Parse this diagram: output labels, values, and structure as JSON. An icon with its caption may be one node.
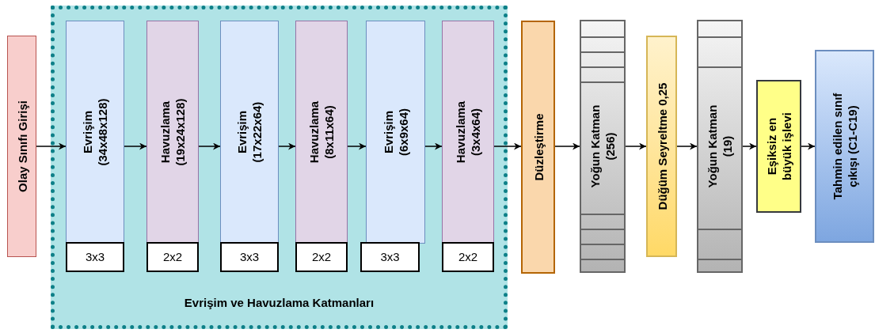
{
  "diagram": {
    "nodes": [
      {
        "text": [
          "Olay Sınıfı Girişi"
        ]
      },
      {
        "text": [
          "Evrişim ve Havuzlama Katmanları"
        ]
      },
      {
        "text": [
          "Evrişim",
          "(34x48x128)"
        ],
        "in": 1
      },
      {
        "text": [
          "3x3"
        ],
        "in": 1
      },
      {
        "text": [
          "Havuzlama",
          "(19x24x128)"
        ],
        "in": 1
      },
      {
        "text": [
          "2x2"
        ],
        "in": 1
      },
      {
        "text": [
          "Evrişim",
          "(17x22x64)"
        ],
        "in": 1
      },
      {
        "text": [
          "3x3"
        ],
        "in": 1
      },
      {
        "text": [
          "Havuzlama",
          "(8x11x64)"
        ],
        "in": 1
      },
      {
        "text": [
          "2x2"
        ],
        "in": 1
      },
      {
        "text": [
          "Evrişim",
          "(6x9x64)"
        ],
        "in": 1
      },
      {
        "text": [
          "3x3"
        ],
        "in": 1
      },
      {
        "text": [
          "Havuzlama",
          "(3x4x64)"
        ],
        "in": 1
      },
      {
        "text": [
          "2x2"
        ],
        "in": 1
      },
      {
        "text": [
          "Düzleştirme"
        ]
      },
      {
        "text": [
          "Yoğun Katman",
          "(256)"
        ]
      },
      {
        "text": [
          "Düğüm Seyreltme 0,25"
        ]
      },
      {
        "text": [
          "Yoğun Katman",
          "(19)"
        ]
      },
      {
        "text": [
          "Eşiksiz en büyük işlevi"
        ]
      },
      {
        "text": [
          "Tahmin edilen sınıf çıkışı (C1-C19)"
        ]
      }
    ],
    "edges": [
      {
        "from": 0,
        "to": 2,
        "arrow": "to"
      },
      {
        "from": 2,
        "to": 4,
        "arrow": "to"
      },
      {
        "from": 4,
        "to": 6,
        "arrow": "to"
      },
      {
        "from": 6,
        "to": 8,
        "arrow": "to"
      },
      {
        "from": 8,
        "to": 10,
        "arrow": "to"
      },
      {
        "from": 10,
        "to": 12,
        "arrow": "to"
      },
      {
        "from": 12,
        "to": 14,
        "arrow": "to"
      },
      {
        "from": 14,
        "to": 15,
        "arrow": "to"
      },
      {
        "from": 15,
        "to": 16,
        "arrow": "to"
      },
      {
        "from": 16,
        "to": 17,
        "arrow": "to"
      },
      {
        "from": 17,
        "to": 18,
        "arrow": "to"
      },
      {
        "from": 18,
        "to": 19,
        "arrow": "to"
      }
    ]
  }
}
